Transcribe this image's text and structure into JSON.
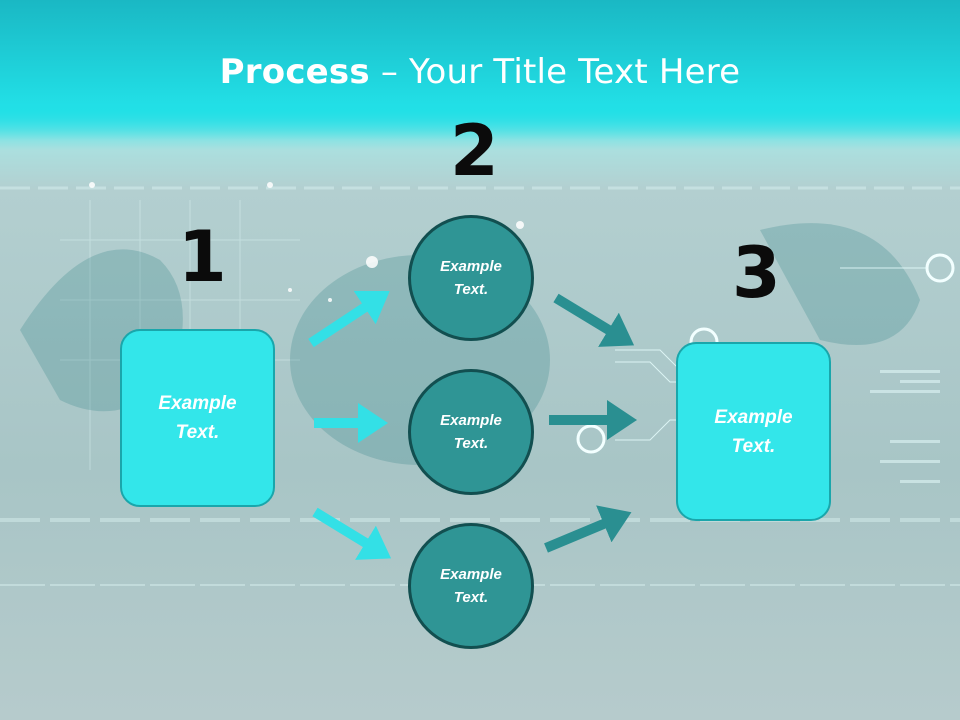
{
  "title": {
    "bold": "Process",
    "separator": " – ",
    "rest": "Your Title Text Here"
  },
  "steps": {
    "one": {
      "number": "1",
      "box_line1": "Example",
      "box_line2": "Text."
    },
    "two": {
      "number": "2",
      "circles": [
        {
          "line1": "Example",
          "line2": "Text."
        },
        {
          "line1": "Example",
          "line2": "Text."
        },
        {
          "line1": "Example",
          "line2": "Text."
        }
      ]
    },
    "three": {
      "number": "3",
      "box_line1": "Example",
      "box_line2": "Text."
    }
  },
  "colors": {
    "title_band": "#22dfe6",
    "box_fill": "#33e6ea",
    "circle_fill": "#2f9595",
    "arrow_light": "#33e0e6",
    "arrow_dark": "#2a8f91",
    "number_text": "#0b0b0b"
  }
}
